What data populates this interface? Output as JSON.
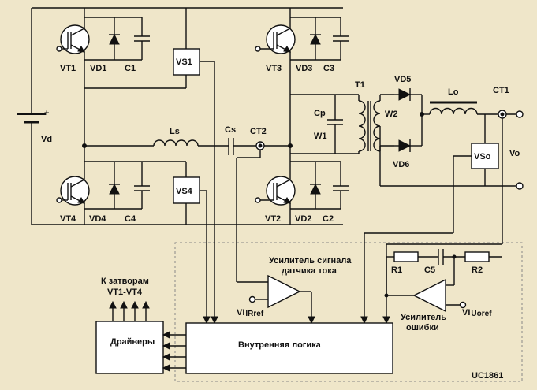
{
  "labels": {
    "vt1": "VT1",
    "vd1": "VD1",
    "c1": "C1",
    "vs1": "VS1",
    "vt3": "VT3",
    "vd3": "VD3",
    "c3": "C3",
    "vt4": "VT4",
    "vd4": "VD4",
    "c4": "C4",
    "vs4": "VS4",
    "vt2": "VT2",
    "vd2": "VD2",
    "c2": "C2",
    "vd": "Vd",
    "plus": "+",
    "ls": "Ls",
    "cs": "Cs",
    "ct2": "CT2",
    "t1": "T1",
    "cp": "Cp",
    "w1": "W1",
    "w2": "W2",
    "vd5": "VD5",
    "vd6": "VD6",
    "lo": "Lo",
    "ct1": "CT1",
    "vso": "VSo",
    "vo": "Vo",
    "r1": "R1",
    "c5": "C5",
    "r2": "R2",
    "current_amp_line1": "Усилитель сигнала",
    "current_amp_line2": "датчика тока",
    "vi_iref_main": "VI",
    "vi_iref_sub": "IRref",
    "error_amp_line1": "Усилитель",
    "error_amp_line2": "ошибки",
    "vi_uoref_main": "VI",
    "vi_uoref_sub": "Uoref",
    "gates_line1": "К затворам",
    "gates_line2": "VT1-VT4",
    "drivers": "Драйверы",
    "internal_logic": "Внутренняя логика",
    "chip": "UC1861"
  },
  "colors": {
    "background": "#efe6c9",
    "wire": "#111111",
    "box_fill": "#ffffff"
  }
}
